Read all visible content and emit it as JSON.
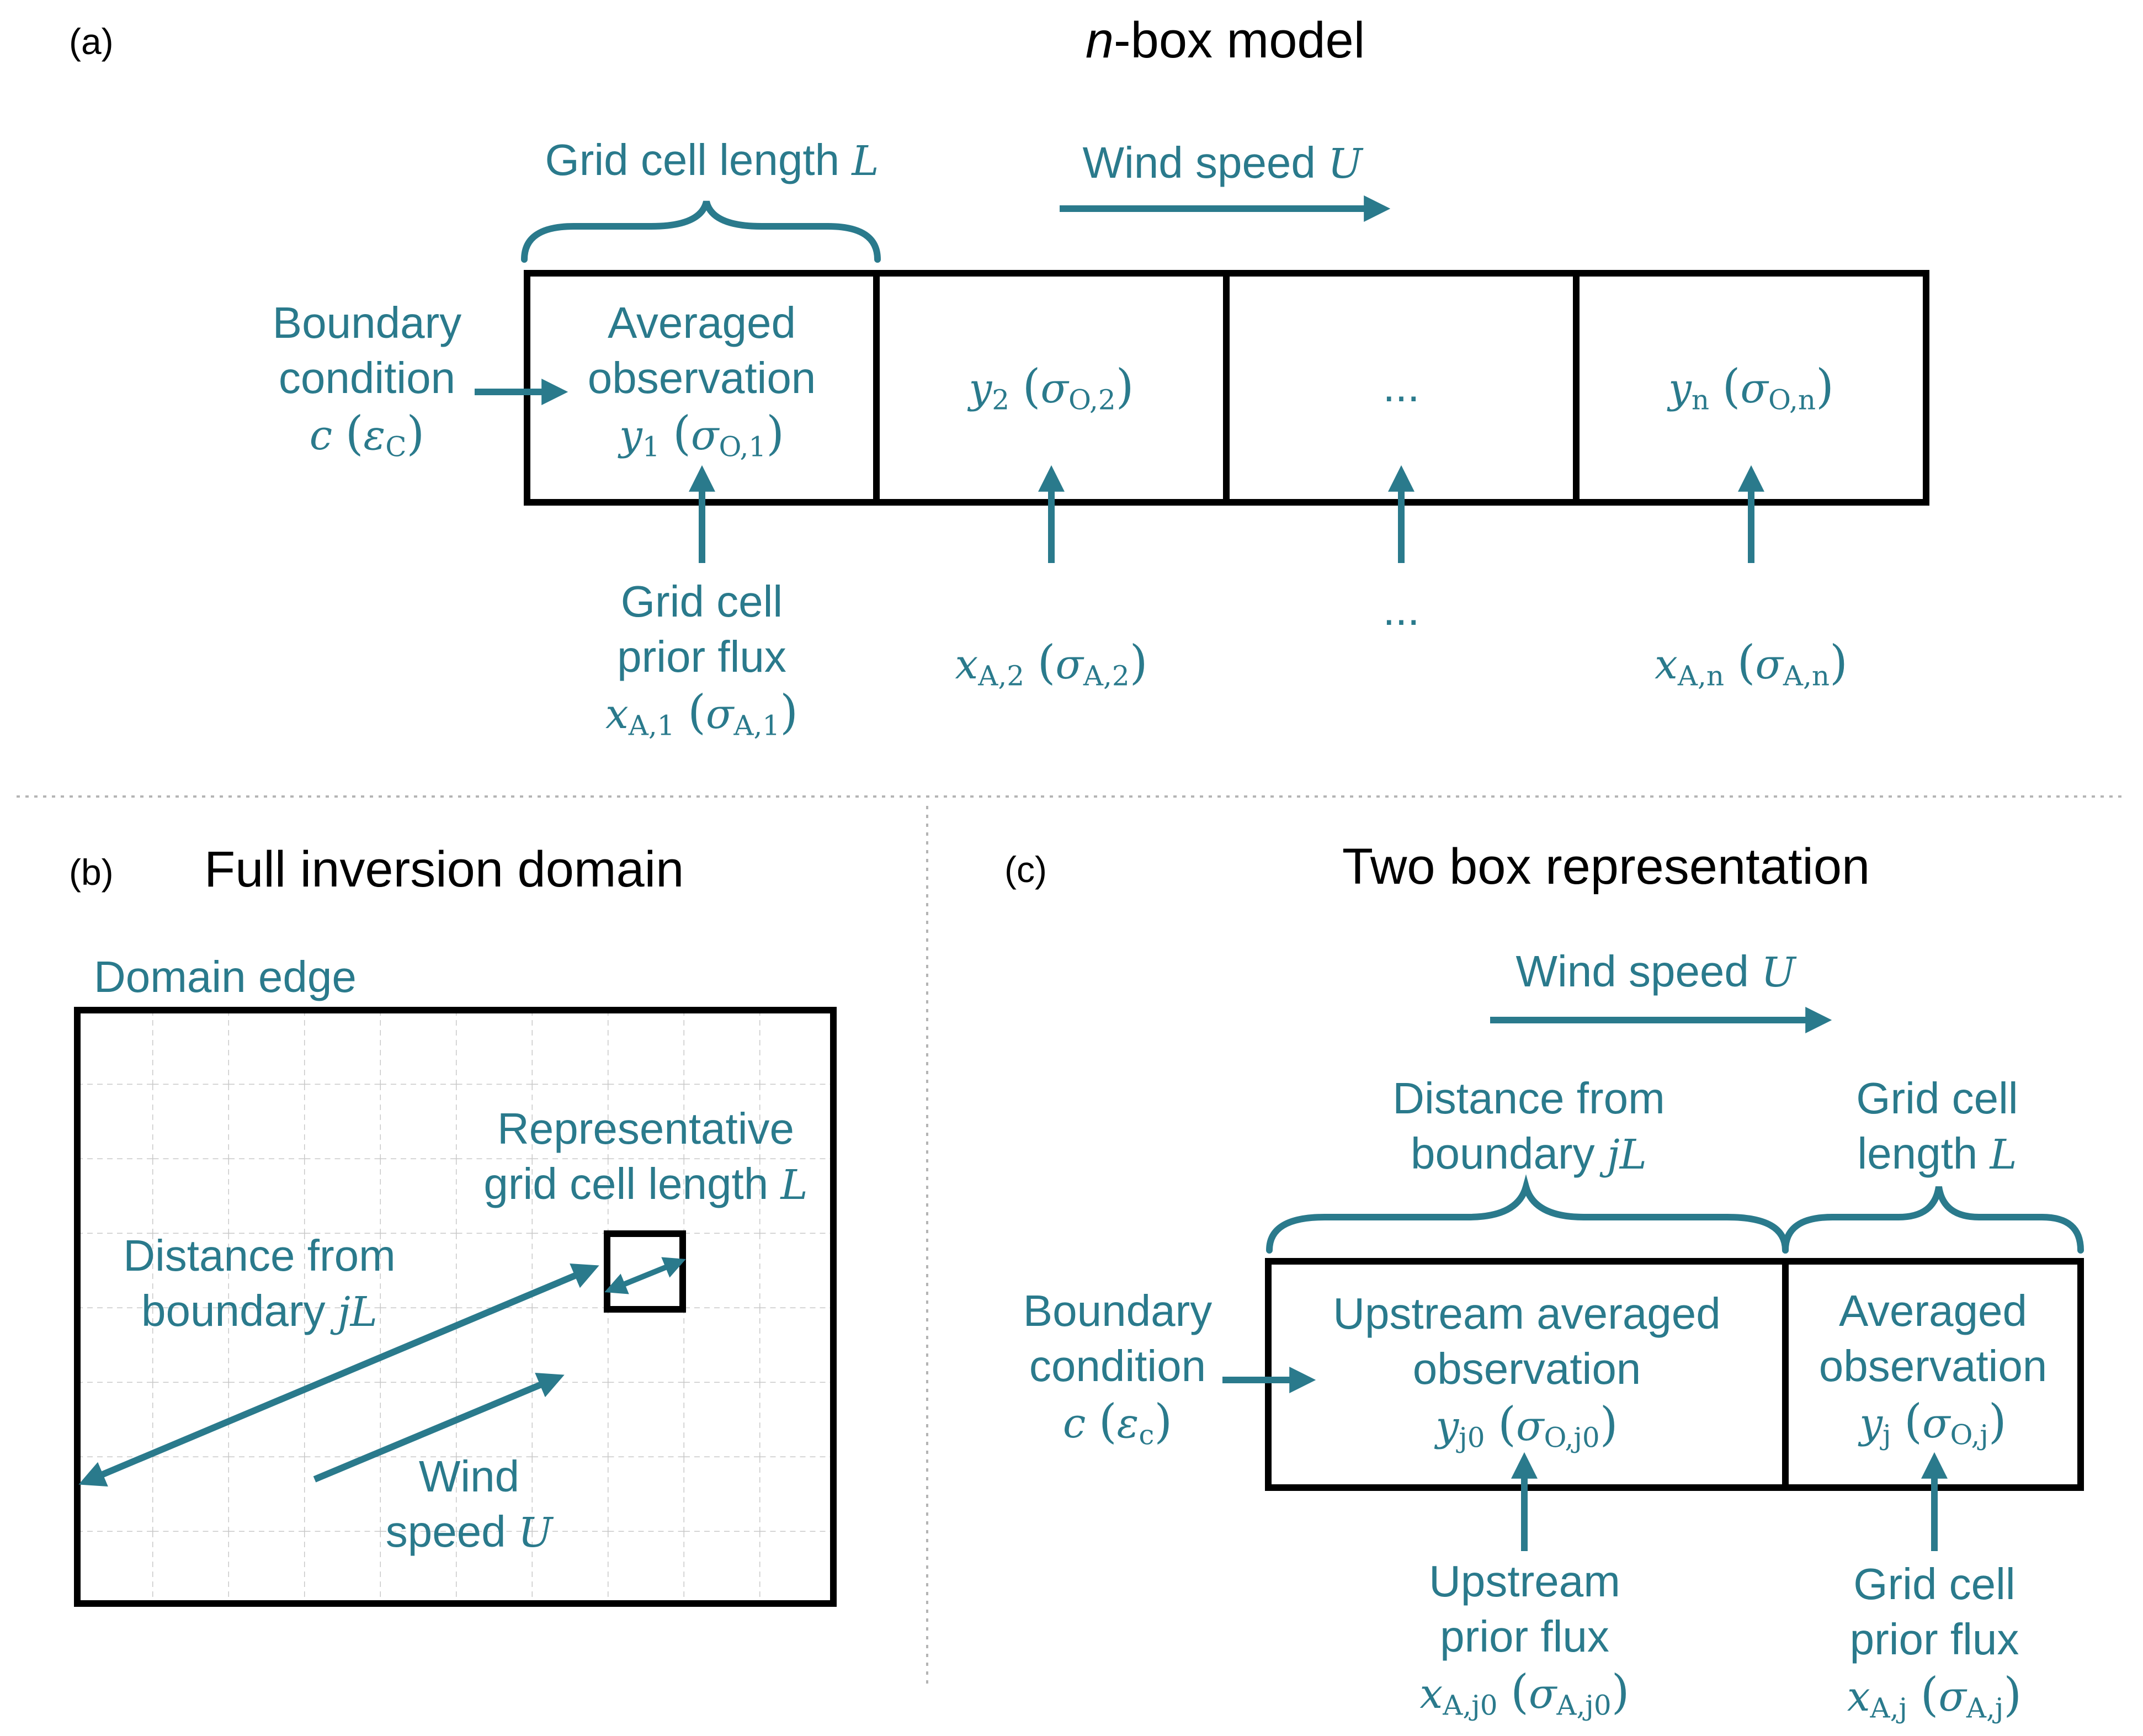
{
  "colors": {
    "accent": "#2a7a8c",
    "outline": "#000000",
    "grid": "#c8c8c8",
    "divider": "#b4b4b4"
  },
  "panel_a": {
    "tag": "(a)",
    "title_var": "n",
    "title_rest": "-box model",
    "grid_cell_length": {
      "text": "Grid cell length",
      "var": "L"
    },
    "wind_speed": {
      "text": "Wind speed",
      "var": "U"
    },
    "boundary": {
      "line1": "Boundary",
      "line2": "condition",
      "var": "c",
      "err": "ε",
      "err_sub": "C"
    },
    "box1": {
      "line1": "Averaged",
      "line2": "observation",
      "var": "y",
      "sub": "1",
      "sig": "σ",
      "sig_sub": "O,1"
    },
    "box2": {
      "var": "y",
      "sub": "2",
      "sig": "σ",
      "sig_sub": "O,2"
    },
    "box3": {
      "text": "..."
    },
    "box4": {
      "var": "y",
      "sub": "n",
      "sig": "σ",
      "sig_sub": "O,n"
    },
    "flux1": {
      "line1": "Grid cell",
      "line2": "prior flux",
      "var": "x",
      "sub": "A,1",
      "sig": "σ",
      "sig_sub": "A,1"
    },
    "flux2": {
      "var": "x",
      "sub": "A,2",
      "sig": "σ",
      "sig_sub": "A,2"
    },
    "flux3": {
      "text": "..."
    },
    "flux4": {
      "var": "x",
      "sub": "A,n",
      "sig": "σ",
      "sig_sub": "A,n"
    }
  },
  "panel_b": {
    "tag": "(b)",
    "title": "Full inversion domain",
    "domain_edge": "Domain edge",
    "representative": {
      "line1": "Representative",
      "line2": "grid cell length",
      "var": "L"
    },
    "distance": {
      "line1": "Distance from",
      "line2": "boundary",
      "var": "jL"
    },
    "wind": {
      "line1": "Wind",
      "line2": "speed",
      "var": "U"
    }
  },
  "panel_c": {
    "tag": "(c)",
    "title": "Two box representation",
    "wind_speed": {
      "text": "Wind speed",
      "var": "U"
    },
    "distance": {
      "line1": "Distance from",
      "line2": "boundary",
      "var": "jL"
    },
    "grid_cell": {
      "line1": "Grid cell",
      "line2": "length",
      "var": "L"
    },
    "boundary": {
      "line1": "Boundary",
      "line2": "condition",
      "var": "c",
      "err": "ε",
      "err_sub": "c"
    },
    "upstream_box": {
      "line1": "Upstream averaged",
      "line2": "observation",
      "var": "y",
      "sub": "j0",
      "sig": "σ",
      "sig_sub": "O,j0"
    },
    "local_box": {
      "line1": "Averaged",
      "line2": "observation",
      "var": "y",
      "sub": "j",
      "sig": "σ",
      "sig_sub": "O,j"
    },
    "upstream_flux": {
      "line1": "Upstream",
      "line2": "prior flux",
      "var": "x",
      "sub": "A,j0",
      "sig": "σ",
      "sig_sub": "A,j0"
    },
    "local_flux": {
      "line1": "Grid cell",
      "line2": "prior flux",
      "var": "x",
      "sub": "A,j",
      "sig": "σ",
      "sig_sub": "A,j"
    }
  }
}
